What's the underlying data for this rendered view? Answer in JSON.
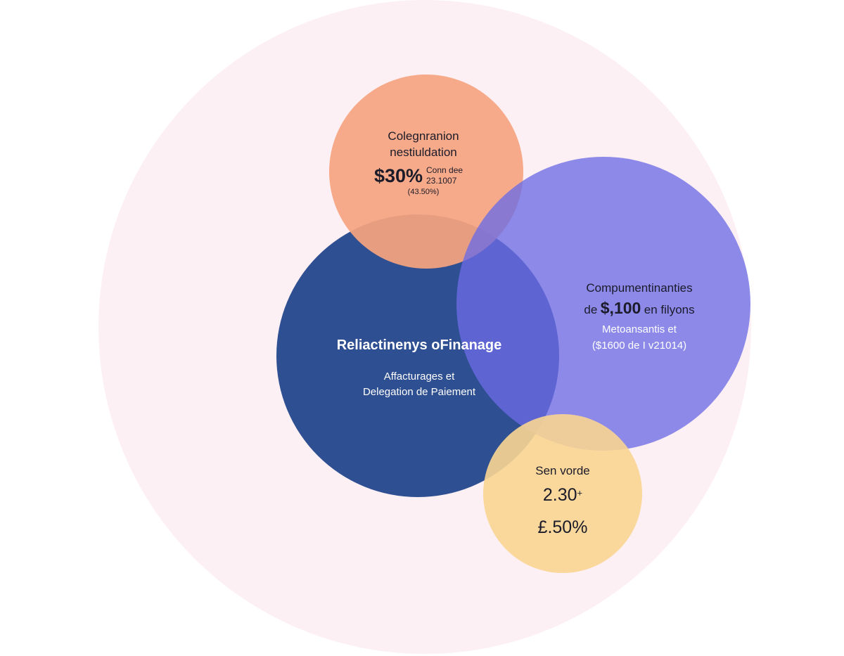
{
  "colors": {
    "outer": "#fdf0f4",
    "orange": "#f6a47f",
    "navy": "#1c4188",
    "purple": "#6b6be6",
    "yellow": "#f9d592"
  },
  "orange_circle": {
    "title_line1": "Colegnranion",
    "title_line2": "nestiuldation",
    "value": "$30%",
    "side_line1": "Conn dee",
    "side_line2": "23.1007",
    "sub": "(43.50%)"
  },
  "navy_circle": {
    "title": "Reliactinenys oFinanage",
    "line1": "Affacturages et",
    "line2": "Delegation de Paiement"
  },
  "purple_circle": {
    "title": "Compumentinanties",
    "value_prefix": "de",
    "value": "$,100",
    "value_suffix": "en filyons",
    "line1": "Metoansantis et",
    "line2": "($1600 de I v21014)"
  },
  "yellow_circle": {
    "title": "Sen vorde",
    "value1": "2.30",
    "value1_mark": "+",
    "value2": "£.50%"
  }
}
